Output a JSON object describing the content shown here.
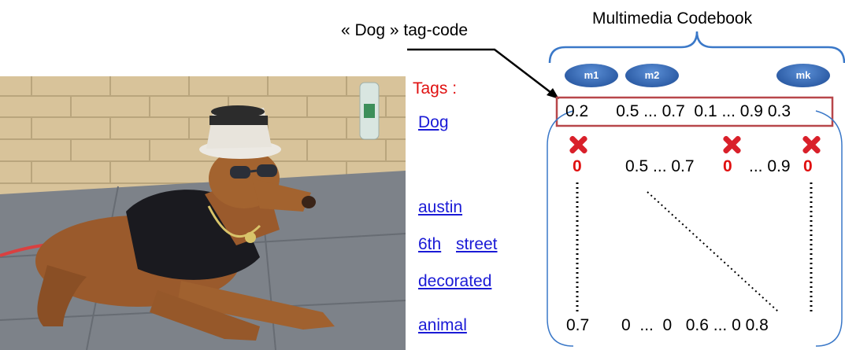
{
  "codebook_title": "Multimedia Codebook",
  "tagcode_label": "« Dog » tag-code",
  "tags_title": "Tags :",
  "codewords": [
    "m1",
    "m2",
    "mk"
  ],
  "tags": [
    "Dog",
    "austin",
    "6th",
    "street",
    "decorated",
    "animal"
  ],
  "rows": {
    "dog_vector": "0.2      0.5 ... 0.7  0.1 ... 0.9 0.3",
    "masked_zero": "0",
    "masked_mid_1": "0.5 ... 0.7",
    "masked_mid_2": "... 0.9",
    "animal_vector": "0.7       0  ...  0   0.6 ... 0 0.8"
  },
  "photo": {
    "description": "dog",
    "colors": {
      "wall": "#d8c39a",
      "ground": "#7d8289",
      "dog": "#9a5a2c",
      "shirt": "#1a1a1f"
    }
  },
  "colors": {
    "brace": "#3a78c8",
    "red": "#e01010",
    "box": "#b8474a",
    "link": "#1a1ad6"
  }
}
